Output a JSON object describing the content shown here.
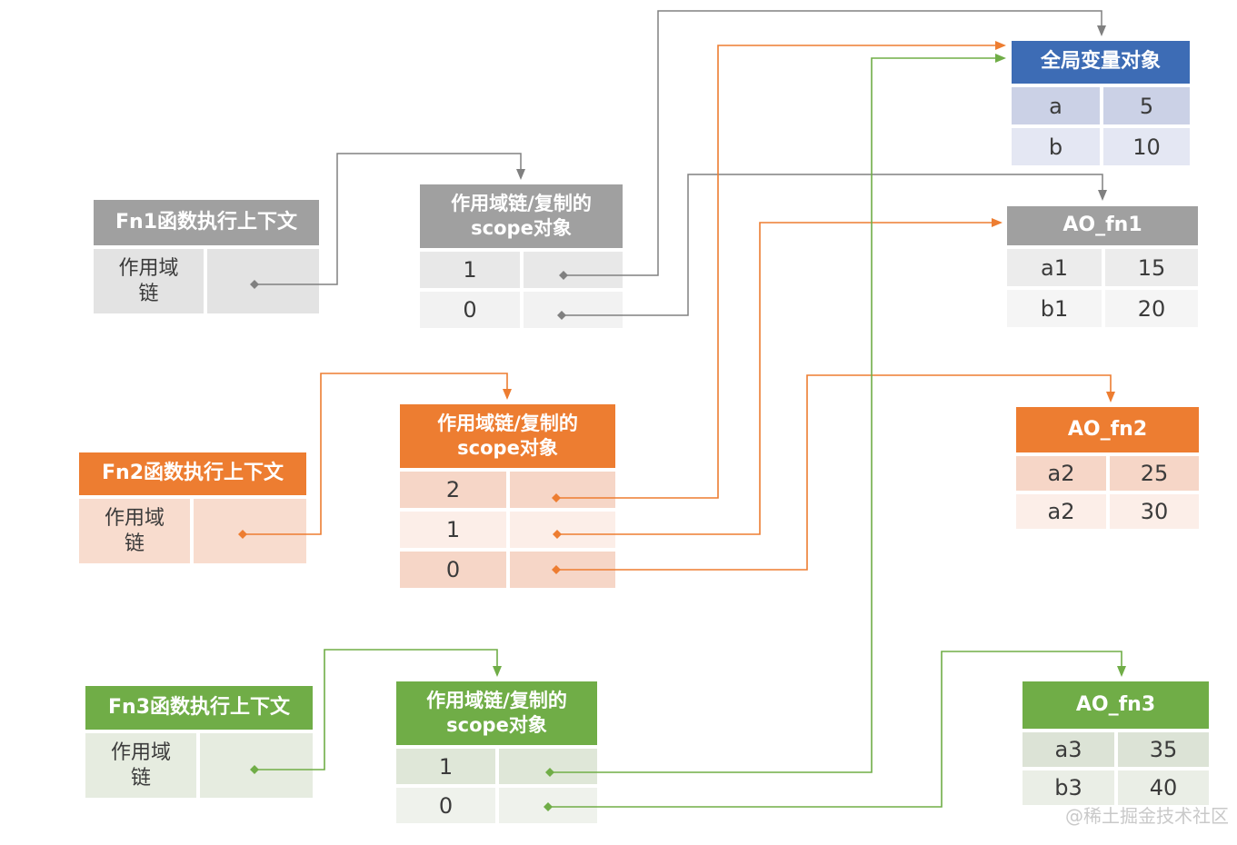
{
  "watermark": "@稀土掘金技术社区",
  "colors": {
    "blue": "#3D6CB5",
    "gray": "#808080",
    "orange": "#ED7D31",
    "green": "#70AD47"
  },
  "global_table": {
    "title": "全局变量对象",
    "rows": [
      {
        "k": "a",
        "v": "5"
      },
      {
        "k": "b",
        "v": "10"
      }
    ]
  },
  "fn1": {
    "context": {
      "title": "Fn1函数执行上下文",
      "label_line1": "作用域",
      "label_line2": "链"
    },
    "scope": {
      "title_line1": "作用域链/复制的",
      "title_line2": "scope对象",
      "rows": [
        "1",
        "0"
      ]
    },
    "ao": {
      "title": "AO_fn1",
      "rows": [
        {
          "k": "a1",
          "v": "15"
        },
        {
          "k": "b1",
          "v": "20"
        }
      ]
    }
  },
  "fn2": {
    "context": {
      "title": "Fn2函数执行上下文",
      "label_line1": "作用域",
      "label_line2": "链"
    },
    "scope": {
      "title_line1": "作用域链/复制的",
      "title_line2": "scope对象",
      "rows": [
        "2",
        "1",
        "0"
      ]
    },
    "ao": {
      "title": "AO_fn2",
      "rows": [
        {
          "k": "a2",
          "v": "25"
        },
        {
          "k": "a2",
          "v": "30"
        }
      ]
    }
  },
  "fn3": {
    "context": {
      "title": "Fn3函数执行上下文",
      "label_line1": "作用域",
      "label_line2": "链"
    },
    "scope": {
      "title_line1": "作用域链/复制的",
      "title_line2": "scope对象",
      "rows": [
        "1",
        "0"
      ]
    },
    "ao": {
      "title": "AO_fn3",
      "rows": [
        {
          "k": "a3",
          "v": "35"
        },
        {
          "k": "b3",
          "v": "40"
        }
      ]
    }
  }
}
